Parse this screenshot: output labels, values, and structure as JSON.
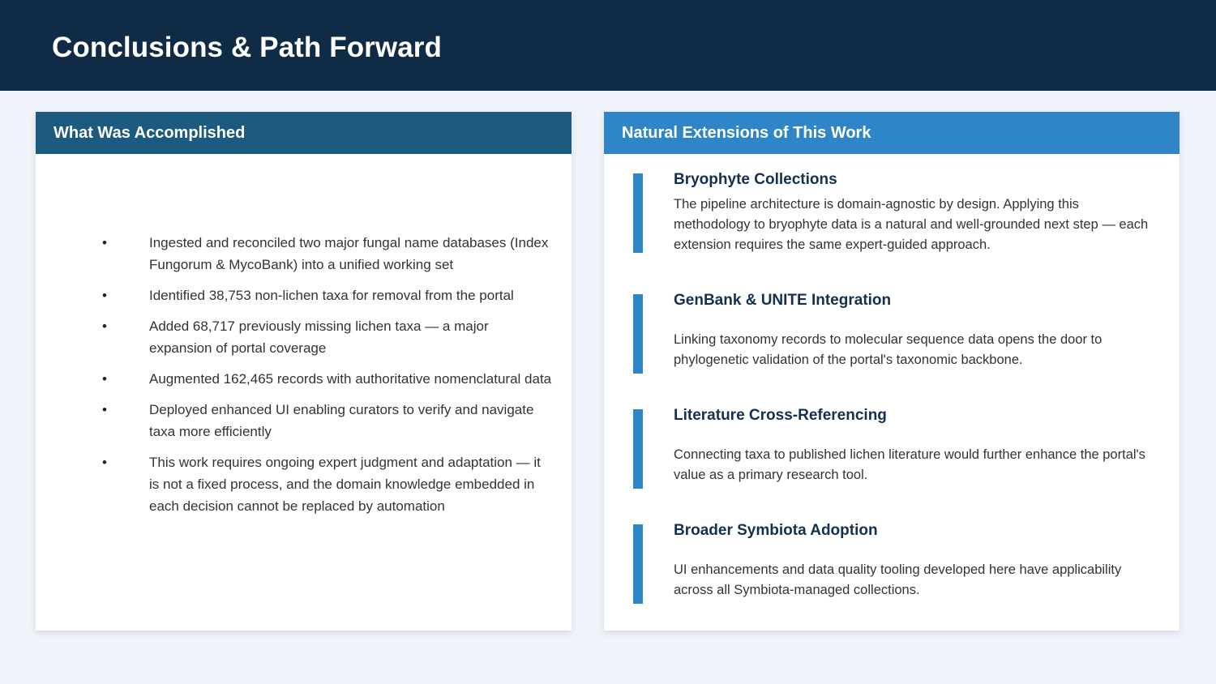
{
  "header": {
    "title": "Conclusions & Path Forward",
    "background_color": "#0f2b45",
    "text_color": "#ffffff"
  },
  "page": {
    "background_color": "#f0f3f9"
  },
  "left_panel": {
    "header_title": "What Was Accomplished",
    "header_color": "#1d5a80",
    "bullet_marker": "•",
    "bullets": [
      "Ingested and reconciled two major fungal name databases (Index Fungorum & MycoBank) into a unified working set",
      "Identified 38,753 non-lichen taxa for removal from the portal",
      "Added 68,717 previously missing lichen taxa — a major expansion of portal coverage",
      "Augmented 162,465 records with authoritative nomenclatural data",
      "Deployed enhanced UI enabling curators to verify and navigate taxa more efficiently",
      "This work requires ongoing expert judgment and adaptation — it is not a fixed process, and the domain knowledge embedded in each decision cannot be replaced by automation"
    ]
  },
  "right_panel": {
    "header_title": "Natural Extensions of This Work",
    "header_color": "#2e86c8",
    "accent_color": "#2e86c8",
    "title_color": "#14304f",
    "items": [
      {
        "title": "Bryophyte Collections",
        "body": "The pipeline architecture is domain-agnostic by design. Applying this methodology to bryophyte data is a natural and well-grounded next step — each extension requires the same expert-guided approach.",
        "spaced": false
      },
      {
        "title": "GenBank & UNITE Integration",
        "body": "Linking taxonomy records to molecular sequence data opens the door to phylogenetic validation of the portal's taxonomic backbone.",
        "spaced": true
      },
      {
        "title": "Literature Cross-Referencing",
        "body": "Connecting taxa to published lichen literature would further enhance the portal's value as a primary research tool.",
        "spaced": true
      },
      {
        "title": "Broader Symbiota Adoption",
        "body": "UI enhancements and data quality tooling developed here have applicability across all Symbiota-managed collections.",
        "spaced": true
      }
    ]
  }
}
